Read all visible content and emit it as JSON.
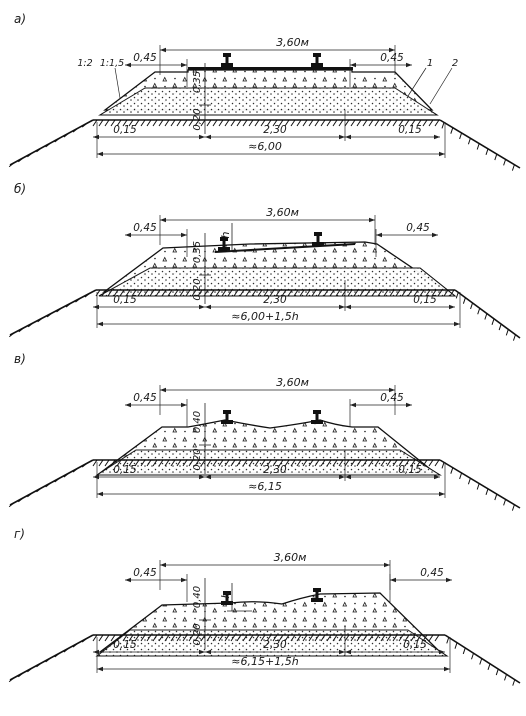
{
  "figure": {
    "panels": [
      {
        "id": "a",
        "label": "а)",
        "top_width": "3,60м",
        "shoulder_left": "0,45",
        "shoulder_right": "0,45",
        "ballast_depth": "0,35",
        "sub_depth": "0,20",
        "bottom_left": "0,15",
        "bottom_right": "0,15",
        "center_width": "2,30",
        "total_width": "≈6,00",
        "slope_outer": "1:2",
        "slope_inner": "1:1,5",
        "callout_1": "1",
        "callout_2": "2",
        "h_label": ""
      },
      {
        "id": "b",
        "label": "б)",
        "top_width": "3,60м",
        "shoulder_left": "0,45",
        "shoulder_right": "0,45",
        "ballast_depth": "0,35",
        "sub_depth": "0,20",
        "bottom_left": "0,15",
        "bottom_right": "0,15",
        "center_width": "2,30",
        "total_width": "≈6,00+1,5h",
        "slope_outer": "",
        "slope_inner": "",
        "callout_1": "",
        "callout_2": "",
        "h_label": "h"
      },
      {
        "id": "v",
        "label": "в)",
        "top_width": "3,60м",
        "shoulder_left": "0,45",
        "shoulder_right": "0,45",
        "ballast_depth": "0,40",
        "sub_depth": "0,20",
        "bottom_left": "0,15",
        "bottom_right": "0,15",
        "center_width": "2,30",
        "total_width": "≈6,15",
        "slope_outer": "",
        "slope_inner": "",
        "callout_1": "",
        "callout_2": "",
        "h_label": ""
      },
      {
        "id": "g",
        "label": "г)",
        "top_width": "3,60м",
        "shoulder_left": "0,45",
        "shoulder_right": "0,45",
        "ballast_depth": "0,40",
        "sub_depth": "0,20",
        "bottom_left": "0,15",
        "bottom_right": "0,15",
        "center_width": "2,30",
        "total_width": "≈6,15+1,5h",
        "slope_outer": "",
        "slope_inner": "",
        "callout_1": "",
        "callout_2": "",
        "h_label": "h"
      }
    ]
  }
}
